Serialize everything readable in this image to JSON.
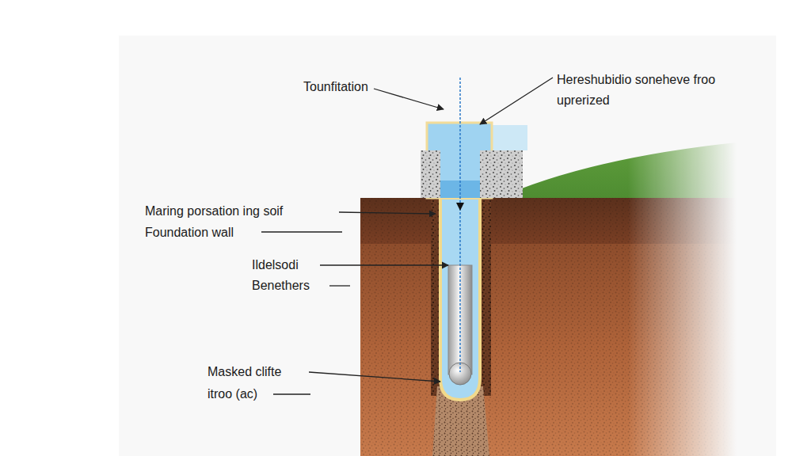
{
  "diagram": {
    "labels": [
      "Tounfitation",
      "Hereshubidio soneheve froo uprerized",
      "Maring porsation ing soif",
      "Foundation wall",
      "Ildelsodi",
      "Benethers",
      "Masked clifte",
      "itroo (ac)"
    ]
  }
}
